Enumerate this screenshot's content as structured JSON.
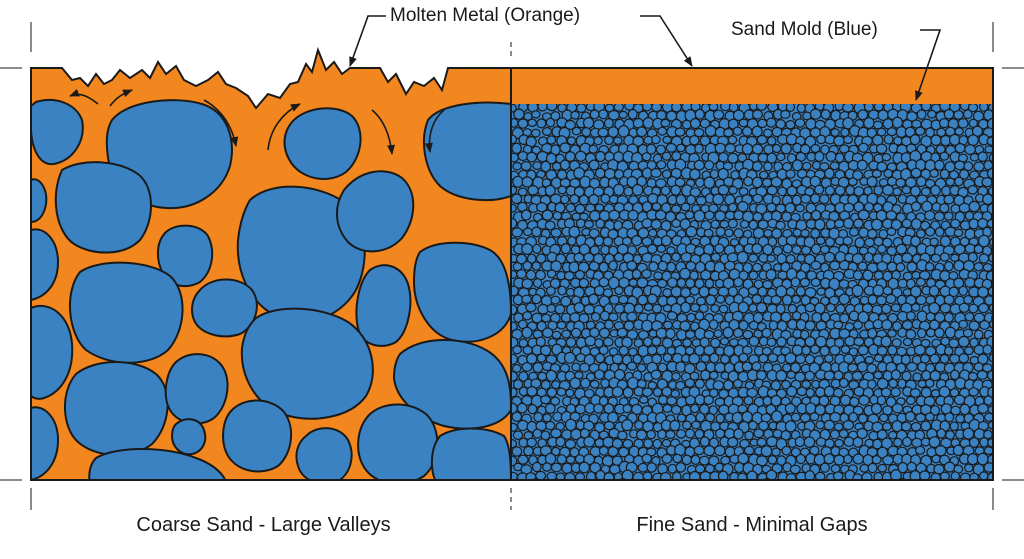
{
  "labels": {
    "molten_metal": "Molten Metal (Orange)",
    "sand_mold": "Sand Mold (Blue)"
  },
  "captions": {
    "coarse": "Coarse Sand - Large Valleys",
    "fine": "Fine Sand - Minimal Gaps"
  },
  "colors": {
    "molten_metal": "#f2861f",
    "sand": "#3a82c2",
    "outline": "#1a1a1a"
  }
}
